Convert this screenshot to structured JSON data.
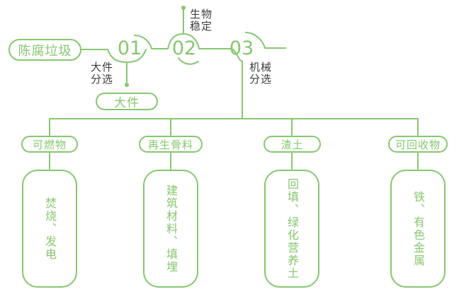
{
  "palette": {
    "green": "#86c76f",
    "text_dark": "#3c3c3c",
    "background": "#ffffff"
  },
  "flow": {
    "source_label": "陈腐垃圾",
    "steps": [
      {
        "num": "01",
        "side_label": "大件\n分选",
        "output_label": "大件"
      },
      {
        "num": "02",
        "side_label": "生物\n稳定"
      },
      {
        "num": "03",
        "side_label": "机械\n分选"
      }
    ]
  },
  "branches": [
    {
      "category": "可燃物",
      "result": "焚烧、发电"
    },
    {
      "category": "再生骨料",
      "result": "建筑材料、填埋"
    },
    {
      "category": "渣土",
      "result": "回填、绿化营养土"
    },
    {
      "category": "可回收物",
      "result": "铁、有色金属"
    }
  ]
}
